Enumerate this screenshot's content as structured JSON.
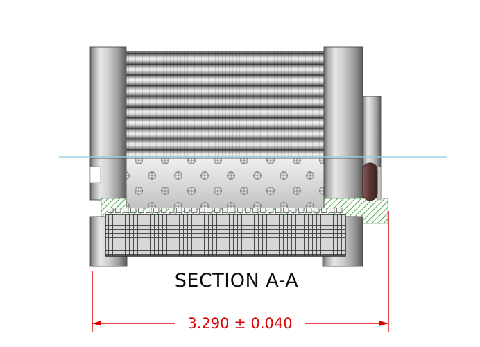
{
  "drawing": {
    "section_label": "SECTION A-A",
    "dimension": "3.290 ± 0.040",
    "colors": {
      "dimension_red": "#dd0000",
      "hatch_green": "#2f9e2f",
      "centerline_blue": "#8fd0e0",
      "o_ring_maroon": "#5e3636",
      "metal_gray": "#c9c9c9"
    },
    "parts": {
      "media": "pleated-filter-media",
      "core": "perforated-core-tube",
      "outer_screen": "wire-mesh-screen",
      "seal": "o-ring-seal",
      "left_cap": "left-end-cap",
      "right_cap": "right-end-cap",
      "hatching": "section-cut-hatch"
    }
  }
}
